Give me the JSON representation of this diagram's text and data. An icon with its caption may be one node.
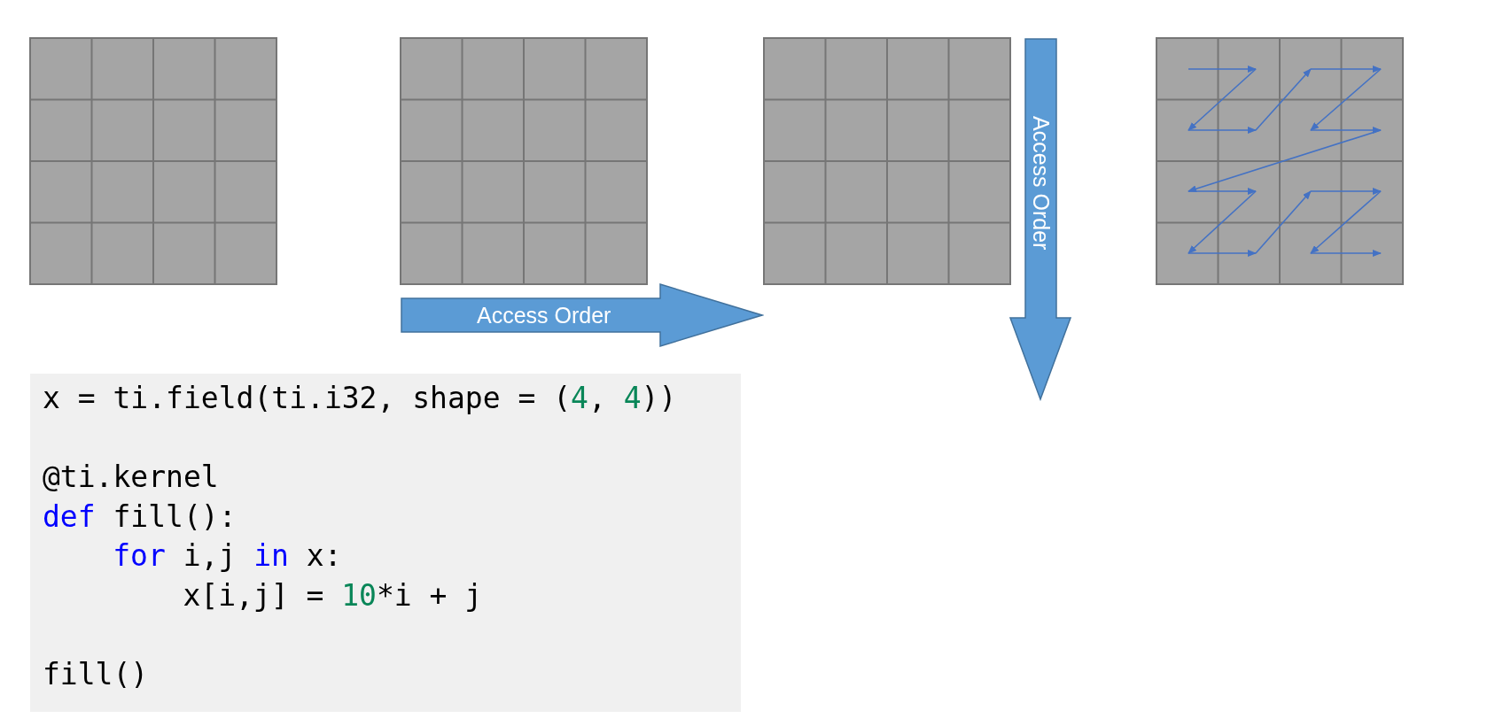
{
  "diagram": {
    "nodes": [
      {
        "text": [
          "Access Order"
        ]
      },
      {
        "text": [
          "Access Order"
        ]
      },
      {
        "text": [
          "x = ti.field(ti.i32, shape = (4, 4))",
          "@ti.kernel",
          "def fill():",
          "for i,j in x:",
          "x[i,j] = 10*i + j",
          "fill()"
        ]
      }
    ],
    "edges": []
  }
}
